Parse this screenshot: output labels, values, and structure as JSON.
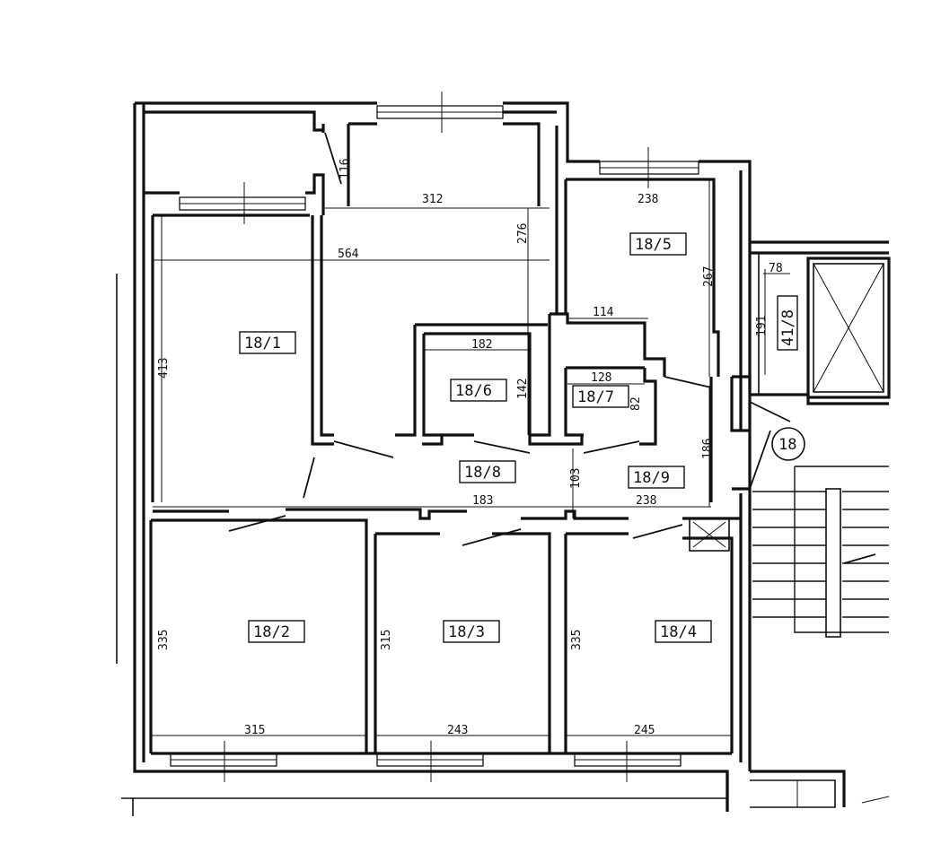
{
  "rooms": {
    "r1": "18/1",
    "r2": "18/2",
    "r3": "18/3",
    "r4": "18/4",
    "r5": "18/5",
    "r6": "18/6",
    "r7": "18/7",
    "r8": "18/8",
    "r9": "18/9",
    "r41": "41/8"
  },
  "unit_marker": "18",
  "dimensions": {
    "d116": "116",
    "d312": "312",
    "d276": "276",
    "d238_top": "238",
    "d267": "267",
    "d564": "564",
    "d413": "413",
    "d114": "114",
    "d182": "182",
    "d142": "142",
    "d128": "128",
    "d82": "82",
    "d78": "78",
    "d191": "191",
    "d186": "186",
    "d103": "103",
    "d183": "183",
    "d238_mid": "238",
    "d335_left": "335",
    "d315_mid": "315",
    "d335_right": "335",
    "d315_bottom": "315",
    "d243": "243",
    "d245": "245"
  }
}
